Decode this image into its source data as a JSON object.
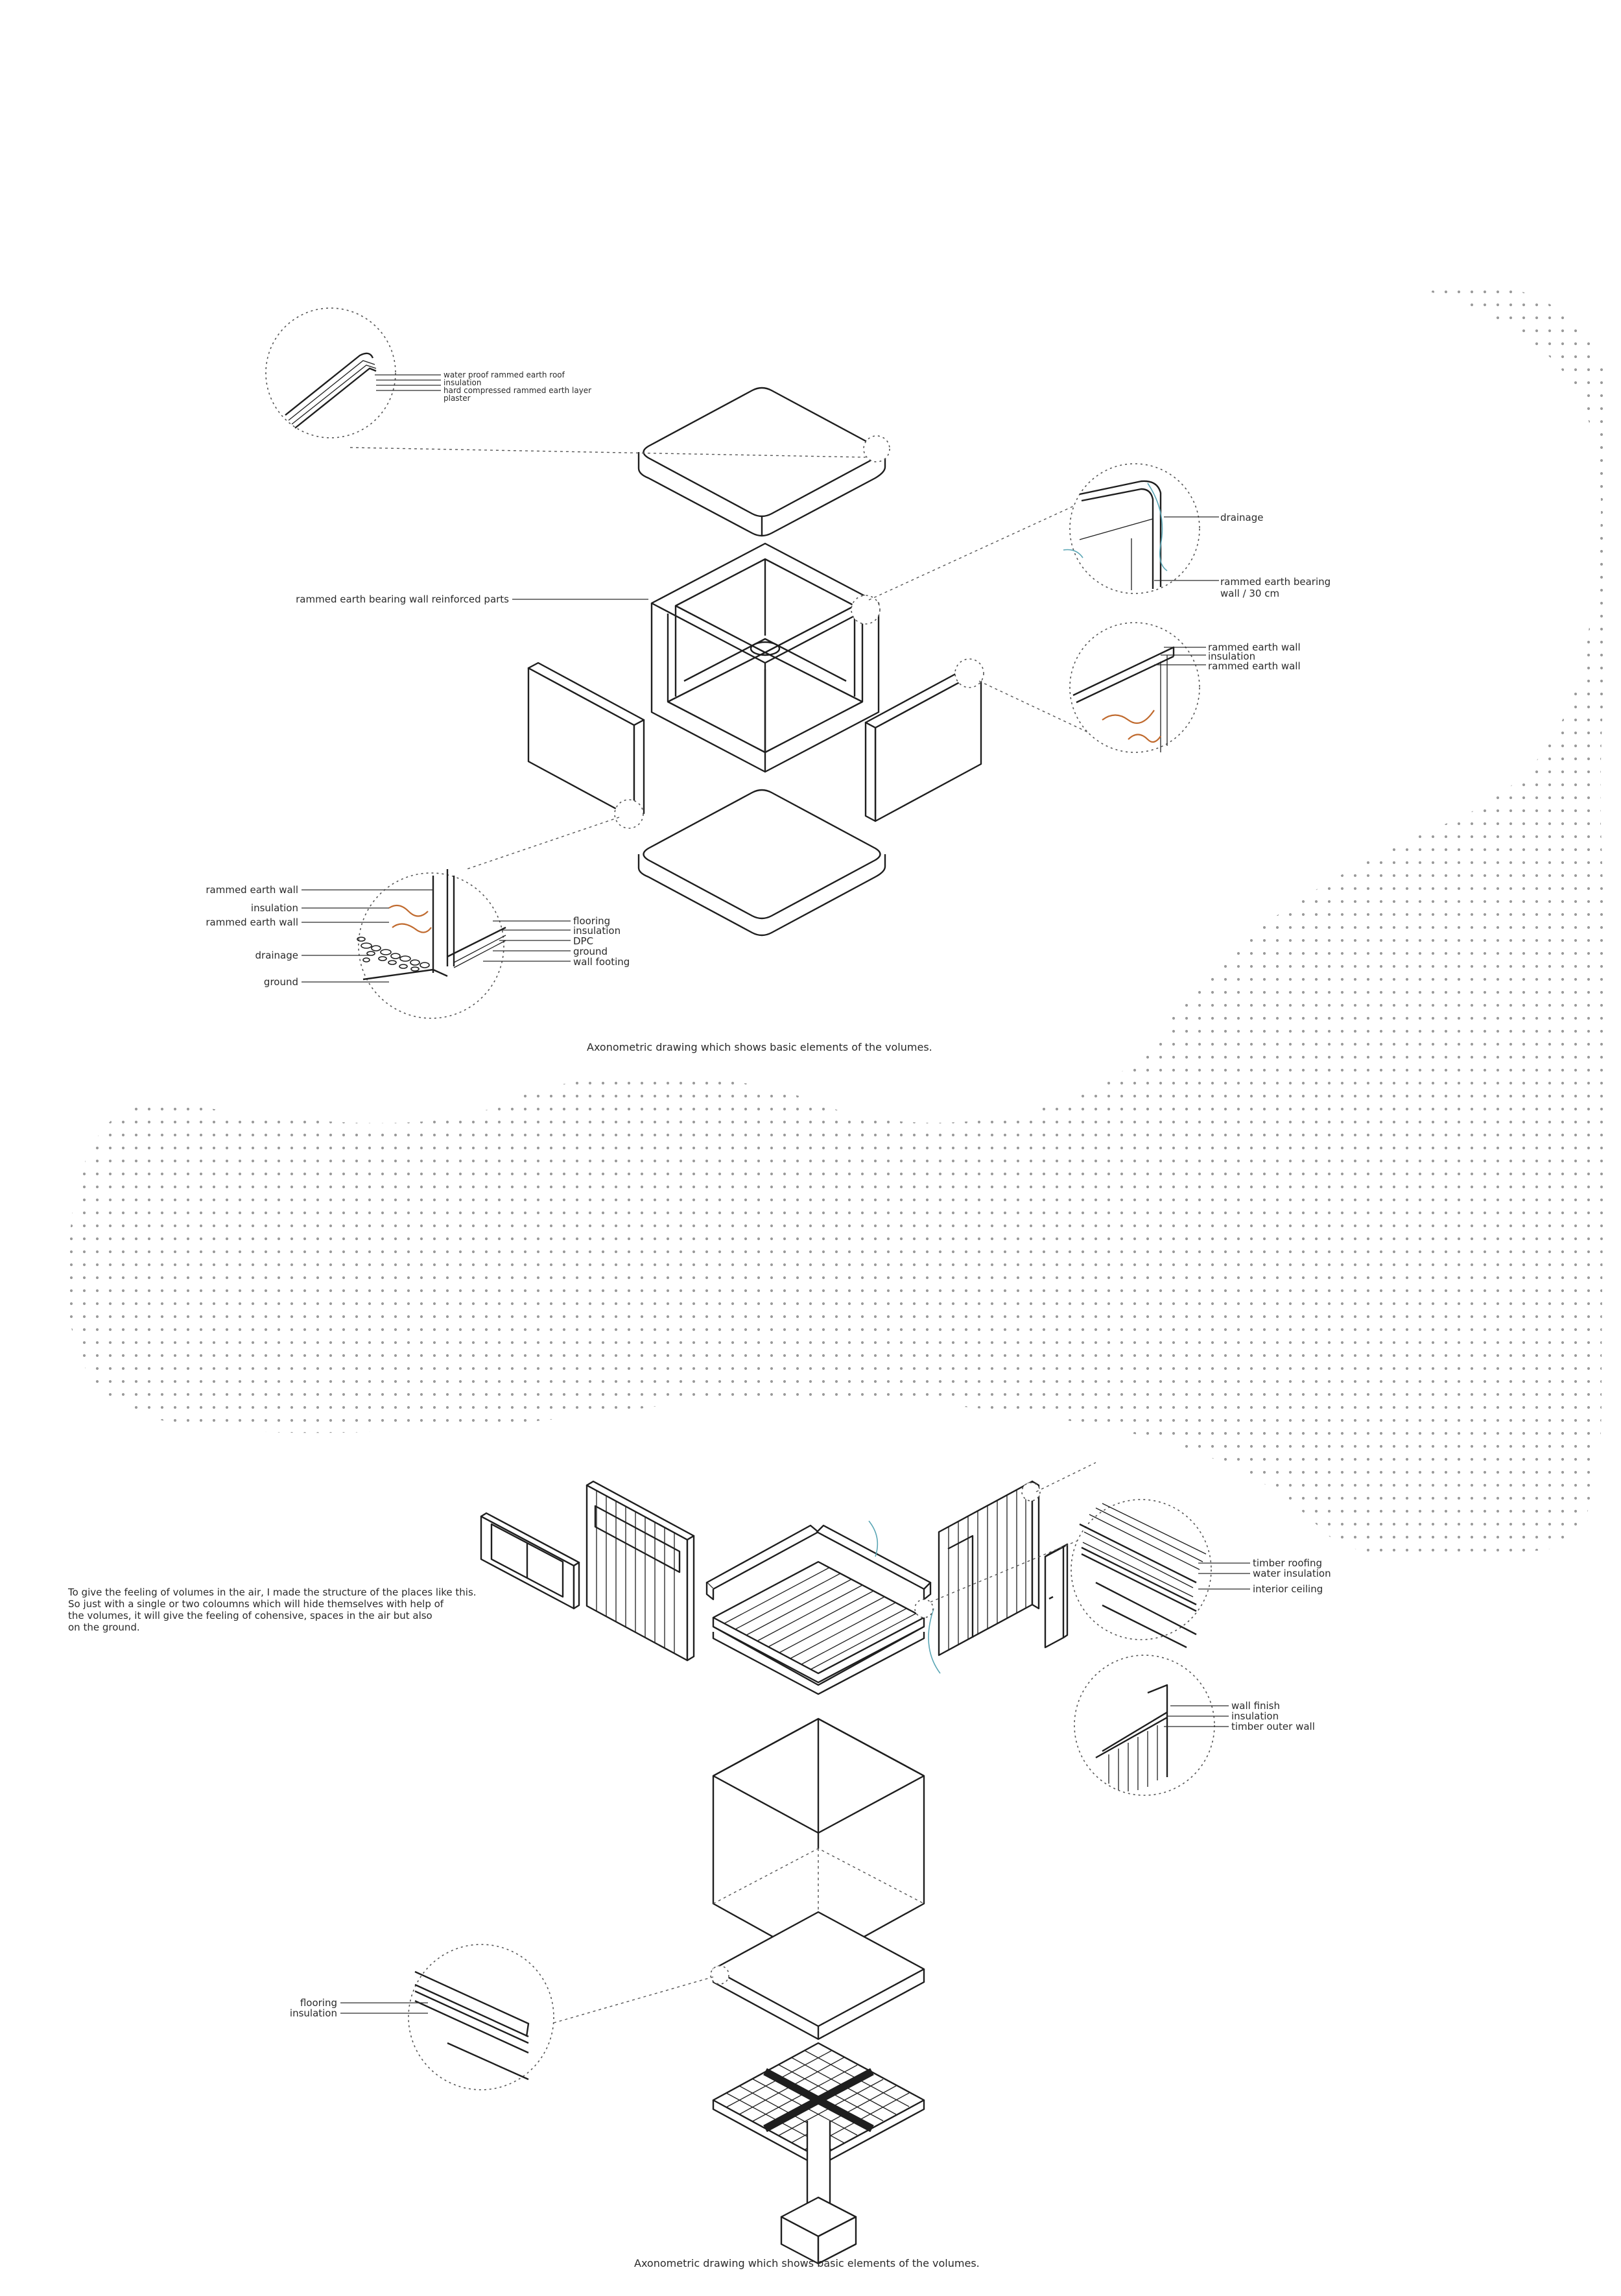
{
  "upper_axonometric": {
    "caption": "Axonometric drawing which shows basic elements of the volumes.",
    "center_label": "rammed earth bearing wall reinforced parts",
    "roof_detail": [
      "water proof rammed earth roof",
      "insulation",
      "hard compressed rammed earth layer",
      "plaster"
    ],
    "corner_detail": [
      "drainage",
      "rammed earth bearing",
      "wall / 30 cm"
    ],
    "wall_detail": [
      "rammed earth wall",
      "insulation",
      "rammed earth wall"
    ],
    "base_detail_left": [
      "rammed earth wall",
      "insulation",
      "rammed earth wall",
      "drainage",
      "ground"
    ],
    "base_detail_right": [
      "flooring",
      "insulation",
      "DPC",
      "ground",
      "wall footing"
    ]
  },
  "lower_axonometric": {
    "caption": "Axonometric drawing which shows basic elements of the volumes.",
    "description": [
      "To give the feeling of volumes in the air, I made the structure of the places like this.",
      "So just with a single or two coloumns which will hide themselves with help of",
      "the volumes, it will give the feeling of cohensive, spaces in the air but also",
      "on the ground."
    ],
    "roof_detail": [
      "timber roofing",
      "water insulation",
      "interior ceiling"
    ],
    "wall_detail": [
      "wall finish",
      "insulation",
      "timber outer wall"
    ],
    "floor_detail": [
      "flooring",
      "insulation"
    ]
  },
  "colors": {
    "line": "#1e1e1e",
    "earth_accent": "#c06a2e",
    "water_accent": "#5aa6b5",
    "dots": "#9a9a9a"
  }
}
